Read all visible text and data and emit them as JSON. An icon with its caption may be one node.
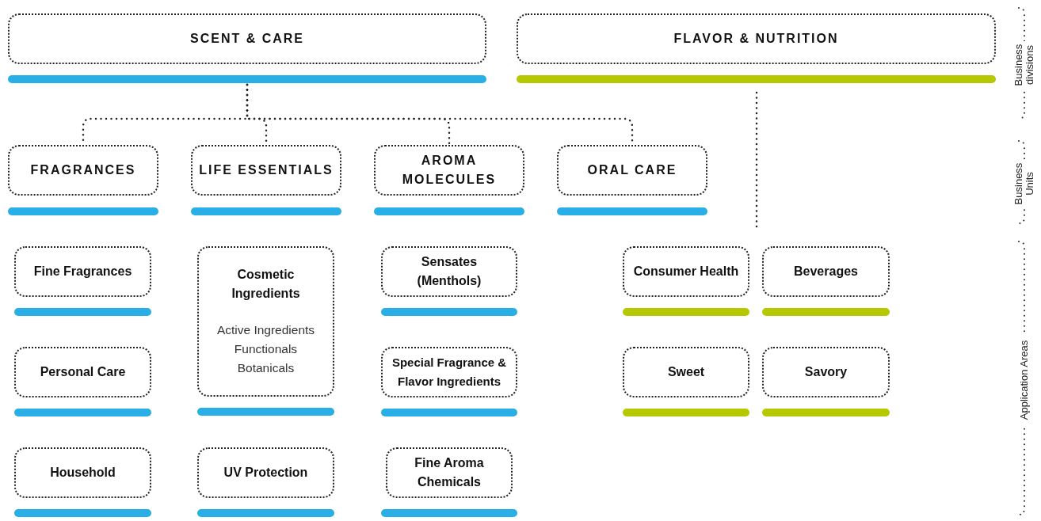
{
  "diagram": {
    "nodes": [
      {
        "text": [
          "SCENT & CARE"
        ]
      },
      {
        "text": [
          "FLAVOR & NUTRITION"
        ]
      },
      {
        "text": [
          "FRAGRANCES"
        ]
      },
      {
        "text": [
          "LIFE ESSENTIALS"
        ]
      },
      {
        "text": [
          "AROMA MOLECULES"
        ]
      },
      {
        "text": [
          "ORAL CARE"
        ]
      },
      {
        "text": [
          "Fine Fragrances"
        ]
      },
      {
        "text": [
          "Cosmetic Ingredients",
          "Active Ingredients Functionals Botanicals"
        ]
      },
      {
        "text": [
          "Sensates (Menthols)"
        ]
      },
      {
        "text": [
          "Consumer Health"
        ]
      },
      {
        "text": [
          "Beverages"
        ]
      },
      {
        "text": [
          "Personal Care"
        ]
      },
      {
        "text": [
          "Special Fragrance & Flavor Ingredients"
        ]
      },
      {
        "text": [
          "Sweet"
        ]
      },
      {
        "text": [
          "Savory"
        ]
      },
      {
        "text": [
          "Household"
        ]
      },
      {
        "text": [
          "UV Protection"
        ]
      },
      {
        "text": [
          "Fine Aroma Chemicals"
        ]
      }
    ],
    "edges": [
      {
        "from": 0,
        "to": 2,
        "arrow": "none",
        "style": "dashed"
      },
      {
        "from": 0,
        "to": 3,
        "arrow": "none",
        "style": "dashed"
      },
      {
        "from": 0,
        "to": 4,
        "arrow": "none",
        "style": "dashed"
      },
      {
        "from": 0,
        "to": 5,
        "arrow": "none",
        "style": "dashed"
      },
      {
        "from": 1,
        "to": null,
        "arrow": "none",
        "style": "dashed"
      }
    ],
    "labels": [
      "Business divisions",
      "Business Units",
      "Application Areas"
    ]
  }
}
